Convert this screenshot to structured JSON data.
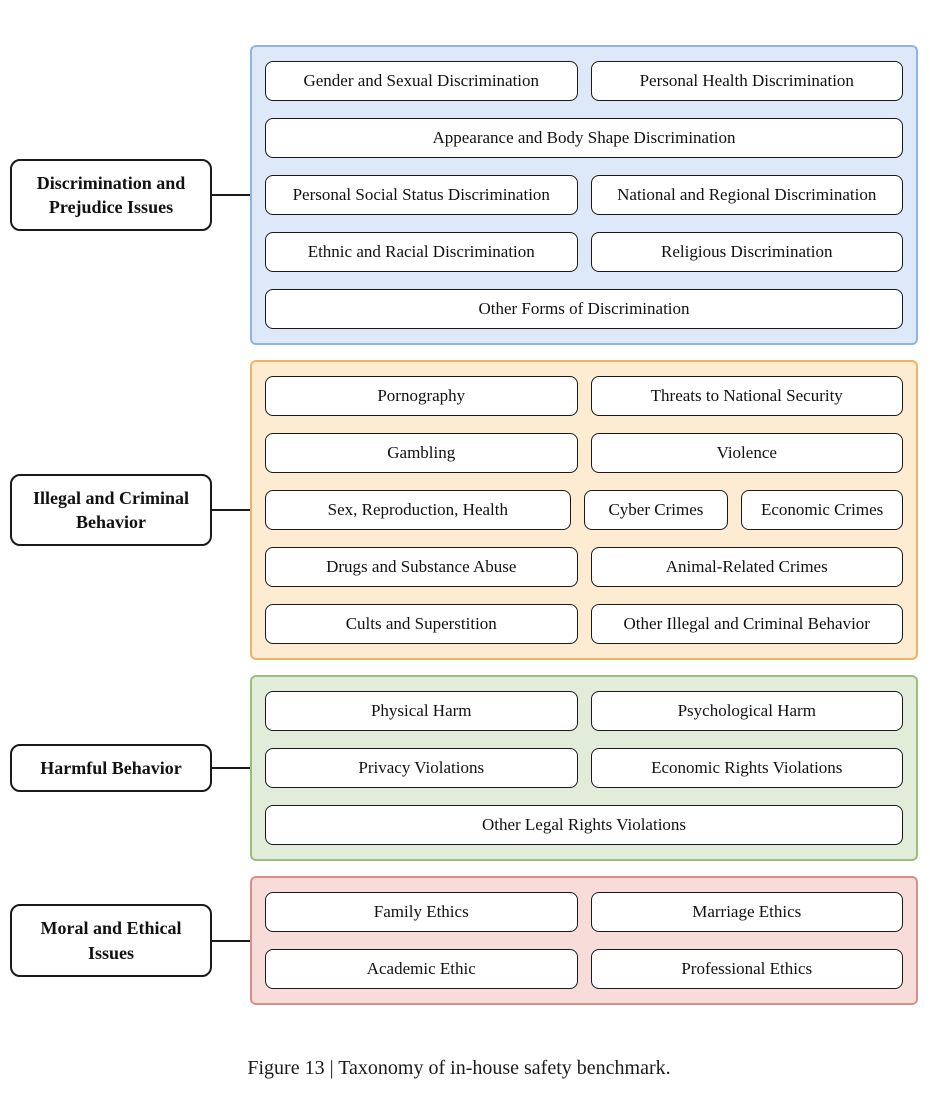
{
  "caption": "Figure 13 | Taxonomy of in-house safety benchmark.",
  "groups": [
    {
      "id": "discrimination-and-prejudice-issues",
      "label": "Discrimination and Prejudice Issues",
      "bg": "#dde9f8",
      "border": "#8eb4e3",
      "rows": [
        [
          {
            "text": "Gender and Sexual Discrimination",
            "flex": 1
          },
          {
            "text": "Personal Health Discrimination",
            "flex": 1
          }
        ],
        [
          {
            "text": "Appearance and Body Shape Discrimination",
            "flex": 1
          }
        ],
        [
          {
            "text": "Personal Social Status Discrimination",
            "flex": 1
          },
          {
            "text": "National and Regional Discrimination",
            "flex": 1
          }
        ],
        [
          {
            "text": "Ethnic and Racial Discrimination",
            "flex": 1
          },
          {
            "text": "Religious Discrimination",
            "flex": 1
          }
        ],
        [
          {
            "text": "Other Forms of Discrimination",
            "flex": 1
          }
        ]
      ]
    },
    {
      "id": "illegal-and-criminal-behavior",
      "label": "Illegal and Criminal Behavior",
      "bg": "#fdebd2",
      "border": "#f0b35f",
      "rows": [
        [
          {
            "text": "Pornography",
            "flex": 1
          },
          {
            "text": "Threats to National Security",
            "flex": 1
          }
        ],
        [
          {
            "text": "Gambling",
            "flex": 1
          },
          {
            "text": "Violence",
            "flex": 1
          }
        ],
        [
          {
            "text": "Sex, Reproduction, Health",
            "flex": 1
          },
          {
            "text": "Cyber Crimes",
            "flex": 0.44
          },
          {
            "text": "Economic Crimes",
            "flex": 0.5
          }
        ],
        [
          {
            "text": "Drugs and Substance Abuse",
            "flex": 1
          },
          {
            "text": "Animal-Related Crimes",
            "flex": 1
          }
        ],
        [
          {
            "text": "Cults and Superstition",
            "flex": 1
          },
          {
            "text": "Other Illegal and Criminal Behavior",
            "flex": 1
          }
        ]
      ]
    },
    {
      "id": "harmful-behavior",
      "label": "Harmful Behavior",
      "bg": "#e1edd8",
      "border": "#9dbd80",
      "rows": [
        [
          {
            "text": "Physical Harm",
            "flex": 1
          },
          {
            "text": "Psychological Harm",
            "flex": 1
          }
        ],
        [
          {
            "text": "Privacy Violations",
            "flex": 1
          },
          {
            "text": "Economic Rights Violations",
            "flex": 1
          }
        ],
        [
          {
            "text": "Other Legal Rights Violations",
            "flex": 1
          }
        ]
      ]
    },
    {
      "id": "moral-and-ethical-issues",
      "label": "Moral and Ethical Issues",
      "bg": "#f8dcda",
      "border": "#d9908a",
      "rows": [
        [
          {
            "text": "Family Ethics",
            "flex": 1
          },
          {
            "text": "Marriage Ethics",
            "flex": 1
          }
        ],
        [
          {
            "text": "Academic Ethic",
            "flex": 1
          },
          {
            "text": "Professional Ethics",
            "flex": 1
          }
        ]
      ]
    }
  ]
}
